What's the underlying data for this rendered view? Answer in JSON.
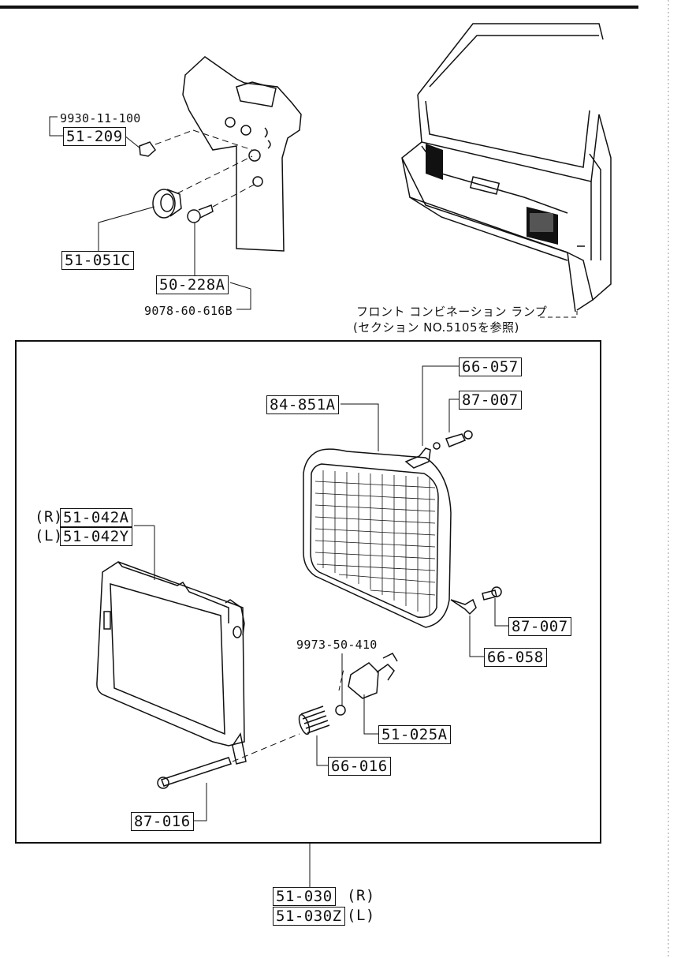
{
  "parts_top": {
    "p9930": "9930-11-100",
    "p51_209": "51-209",
    "p51_051c": "51-051C",
    "p50_228a": "50-228A",
    "p9078": "9078-60-616B"
  },
  "front_note": {
    "line1": "フロント コンビネーション ランプ",
    "line2": "(セクション NO.5105を参照)"
  },
  "parts_main": {
    "p66_057": "66-057",
    "p87_007_top": "87-007",
    "p84_851a": "84-851A",
    "r_tag": "(R)",
    "p51_042a": "51-042A",
    "l_tag": "(L)",
    "p51_042y": "51-042Y",
    "p87_007_bottom": "87-007",
    "p66_058": "66-058",
    "p9973": "9973-50-410",
    "p51_025a": "51-025A",
    "p66_016": "66-016",
    "p87_016": "87-016"
  },
  "assembly": {
    "p51_030": "51-030",
    "r_tag": "(R)",
    "p51_030z": "51-030Z",
    "l_tag": "(L)"
  }
}
